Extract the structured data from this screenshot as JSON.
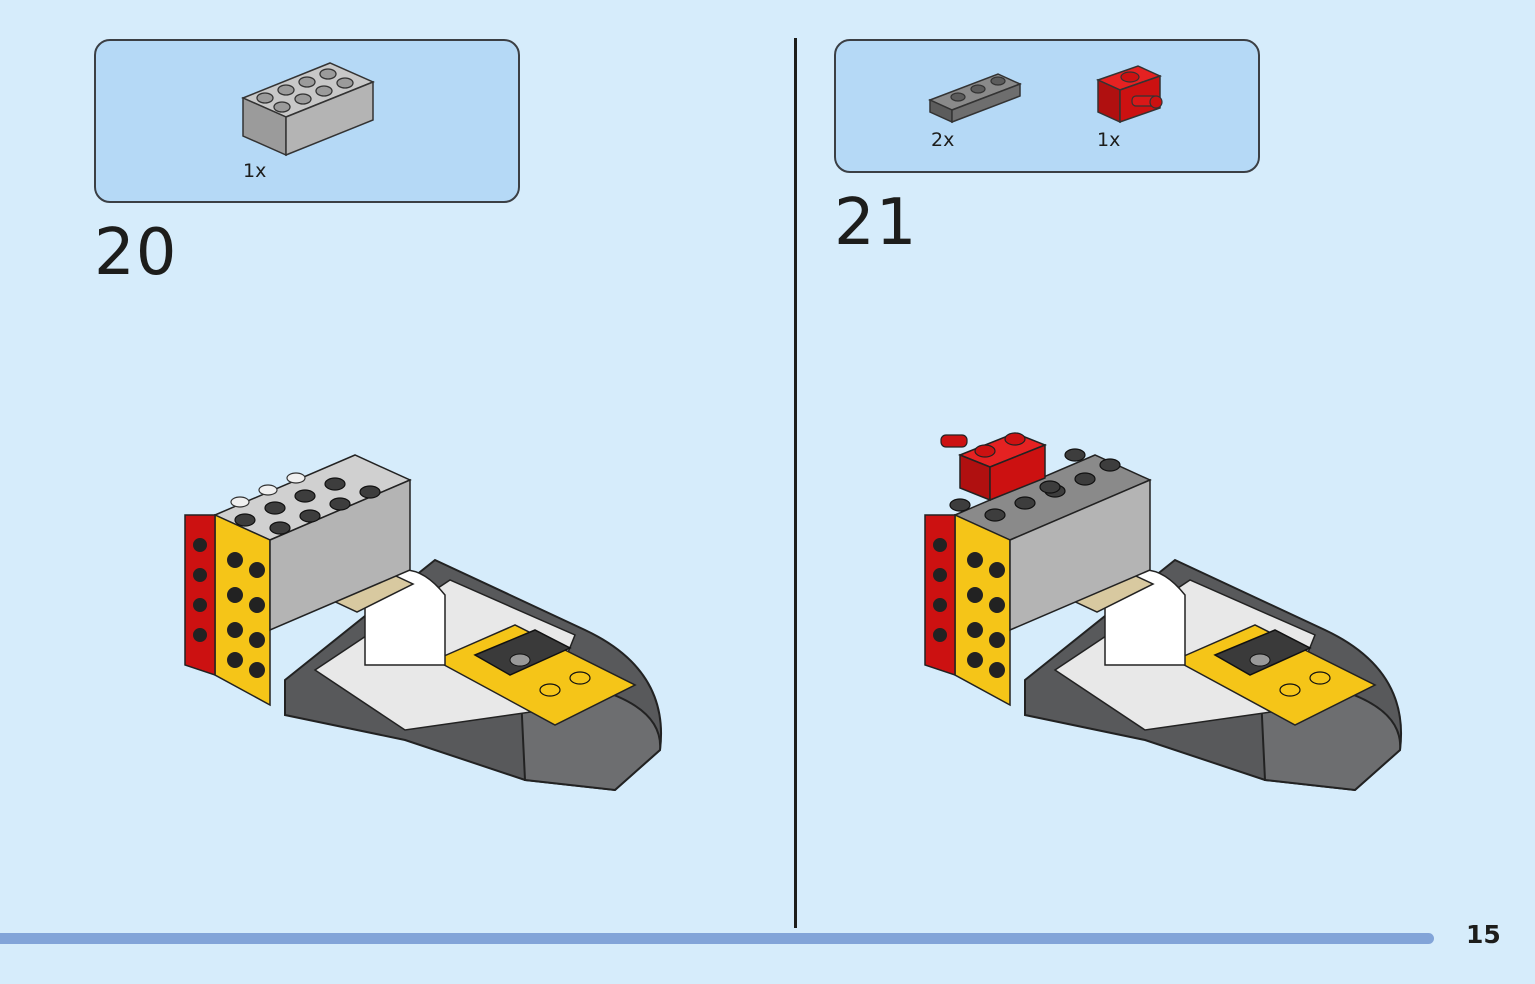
{
  "steps": [
    {
      "number": "20",
      "parts": [
        {
          "name": "light-gray-brick-2x4",
          "qty": "1x"
        }
      ]
    },
    {
      "number": "21",
      "parts": [
        {
          "name": "dark-gray-plate-1x3",
          "qty": "2x"
        },
        {
          "name": "red-brick-1x1-with-stud-holder",
          "qty": "1x"
        }
      ]
    }
  ],
  "page_number": "15",
  "colors": {
    "background": "#d6ecfb",
    "parts_box": "#b5d9f6",
    "progress": "#82a4d8",
    "yellow": "#f5c518",
    "red": "#cc1111",
    "dark_gray": "#58595b",
    "light_gray": "#a0a0a0"
  }
}
